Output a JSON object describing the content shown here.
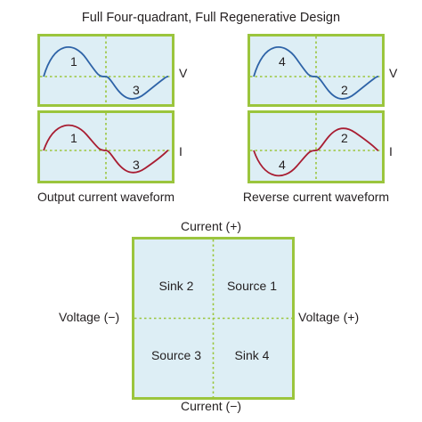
{
  "title": "Full Four-quadrant, Full Regenerative Design",
  "colors": {
    "panel_border": "#9bc53d",
    "panel_fill": "#ddeef5",
    "voltage_wave": "#2e63a7",
    "current_wave": "#a81d32"
  },
  "output_waveform": {
    "caption": "Output current waveform",
    "voltage_panel": {
      "side_label": "V",
      "quadrant_labels": [
        "1",
        "3"
      ]
    },
    "current_panel": {
      "side_label": "I",
      "quadrant_labels": [
        "1",
        "3"
      ]
    }
  },
  "reverse_waveform": {
    "caption": "Reverse current waveform",
    "voltage_panel": {
      "side_label": "V",
      "quadrant_labels": [
        "4",
        "2"
      ]
    },
    "current_panel": {
      "side_label": "I",
      "quadrant_labels": [
        "2",
        "4"
      ]
    }
  },
  "quadrant_diagram": {
    "top_axis": "Current (+)",
    "bottom_axis": "Current (−)",
    "left_axis": "Voltage (−)",
    "right_axis": "Voltage (+)",
    "quadrants": {
      "top_left": "Sink 2",
      "top_right": "Source 1",
      "bottom_left": "Source 3",
      "bottom_right": "Sink 4"
    }
  }
}
